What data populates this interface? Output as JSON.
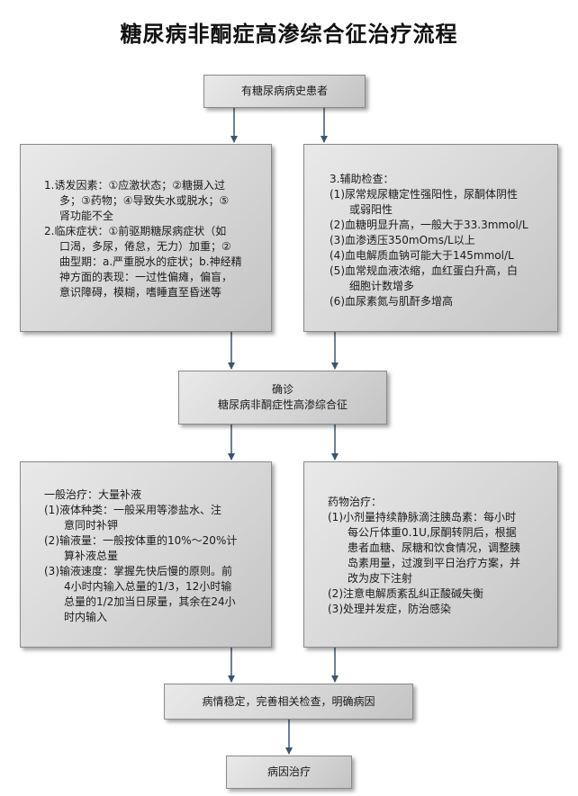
{
  "title": "糖尿病非酮症高渗综合征治疗流程",
  "history_box": "有糖尿病病史患者",
  "left_box": {
    "lines": [
      "1.诱发因素：①应激状态；②糖摄入过",
      "多；③药物；④导致失水或脱水；⑤",
      "肾功能不全",
      "2.临床症状：①前驱期糖尿病症状（如",
      "口渴，多尿，倦怠，无力）加重；②",
      "曲型期：a.严重脱水的症状；b.神经精",
      "神方面的表现：一过性偏瘫，偏盲，",
      "意识障碍，模糊，嗜睡直至昏迷等"
    ]
  },
  "right_box": {
    "heading": "3.辅助检查：",
    "lines": [
      "(1)尿常规尿糖定性强阳性，尿酮体阴性",
      "或弱阳性",
      "(2)血糖明显升高，一般大于33.3mmol/L",
      "(3)血渗透压350mOms/L以上",
      "(4)血电解质血钠可能大于145mmol/L",
      "(5)血常规血液浓缩，血红蛋白升高，白",
      "细胞计数增多",
      "(6)血尿素氮与肌酐多增高"
    ]
  },
  "diagnosis_box": {
    "line1": "确诊",
    "line2": "糖尿病非酮症性高渗综合征"
  },
  "general_box": {
    "heading": "一般治疗：大量补液",
    "lines": [
      "(1)液体种类：一般采用等渗盐水、注",
      "意同时补钾",
      "(2)输液量：一般按体重的10%～20%计",
      "算补液总量",
      "(3)输液速度：掌握先快后慢的原则。前",
      "4小时内输入总量的1/3，12小时输",
      "总量的1/2加当日尿量，其余在24小",
      "时内输入"
    ]
  },
  "drug_box": {
    "heading": "药物治疗：",
    "lines": [
      "(1)小剂量持续静脉滴注胰岛素：每小时",
      "每公斤体重0.1U,尿酮转阴后，根据",
      "患者血糖、尿糖和饮食情况，调整胰",
      "岛素用量，过渡到平日治疗方案，并",
      "改为皮下注射",
      "(2)注意电解质紊乱纠正酸碱失衡",
      "(3)处理并发症，防治感染"
    ]
  },
  "stable_box": "病情稳定，完善相关检查，明确病因",
  "cause_box": "病因治疗",
  "colors": {
    "arrow": "#3a5570",
    "box_border": "#8a8a8a"
  }
}
